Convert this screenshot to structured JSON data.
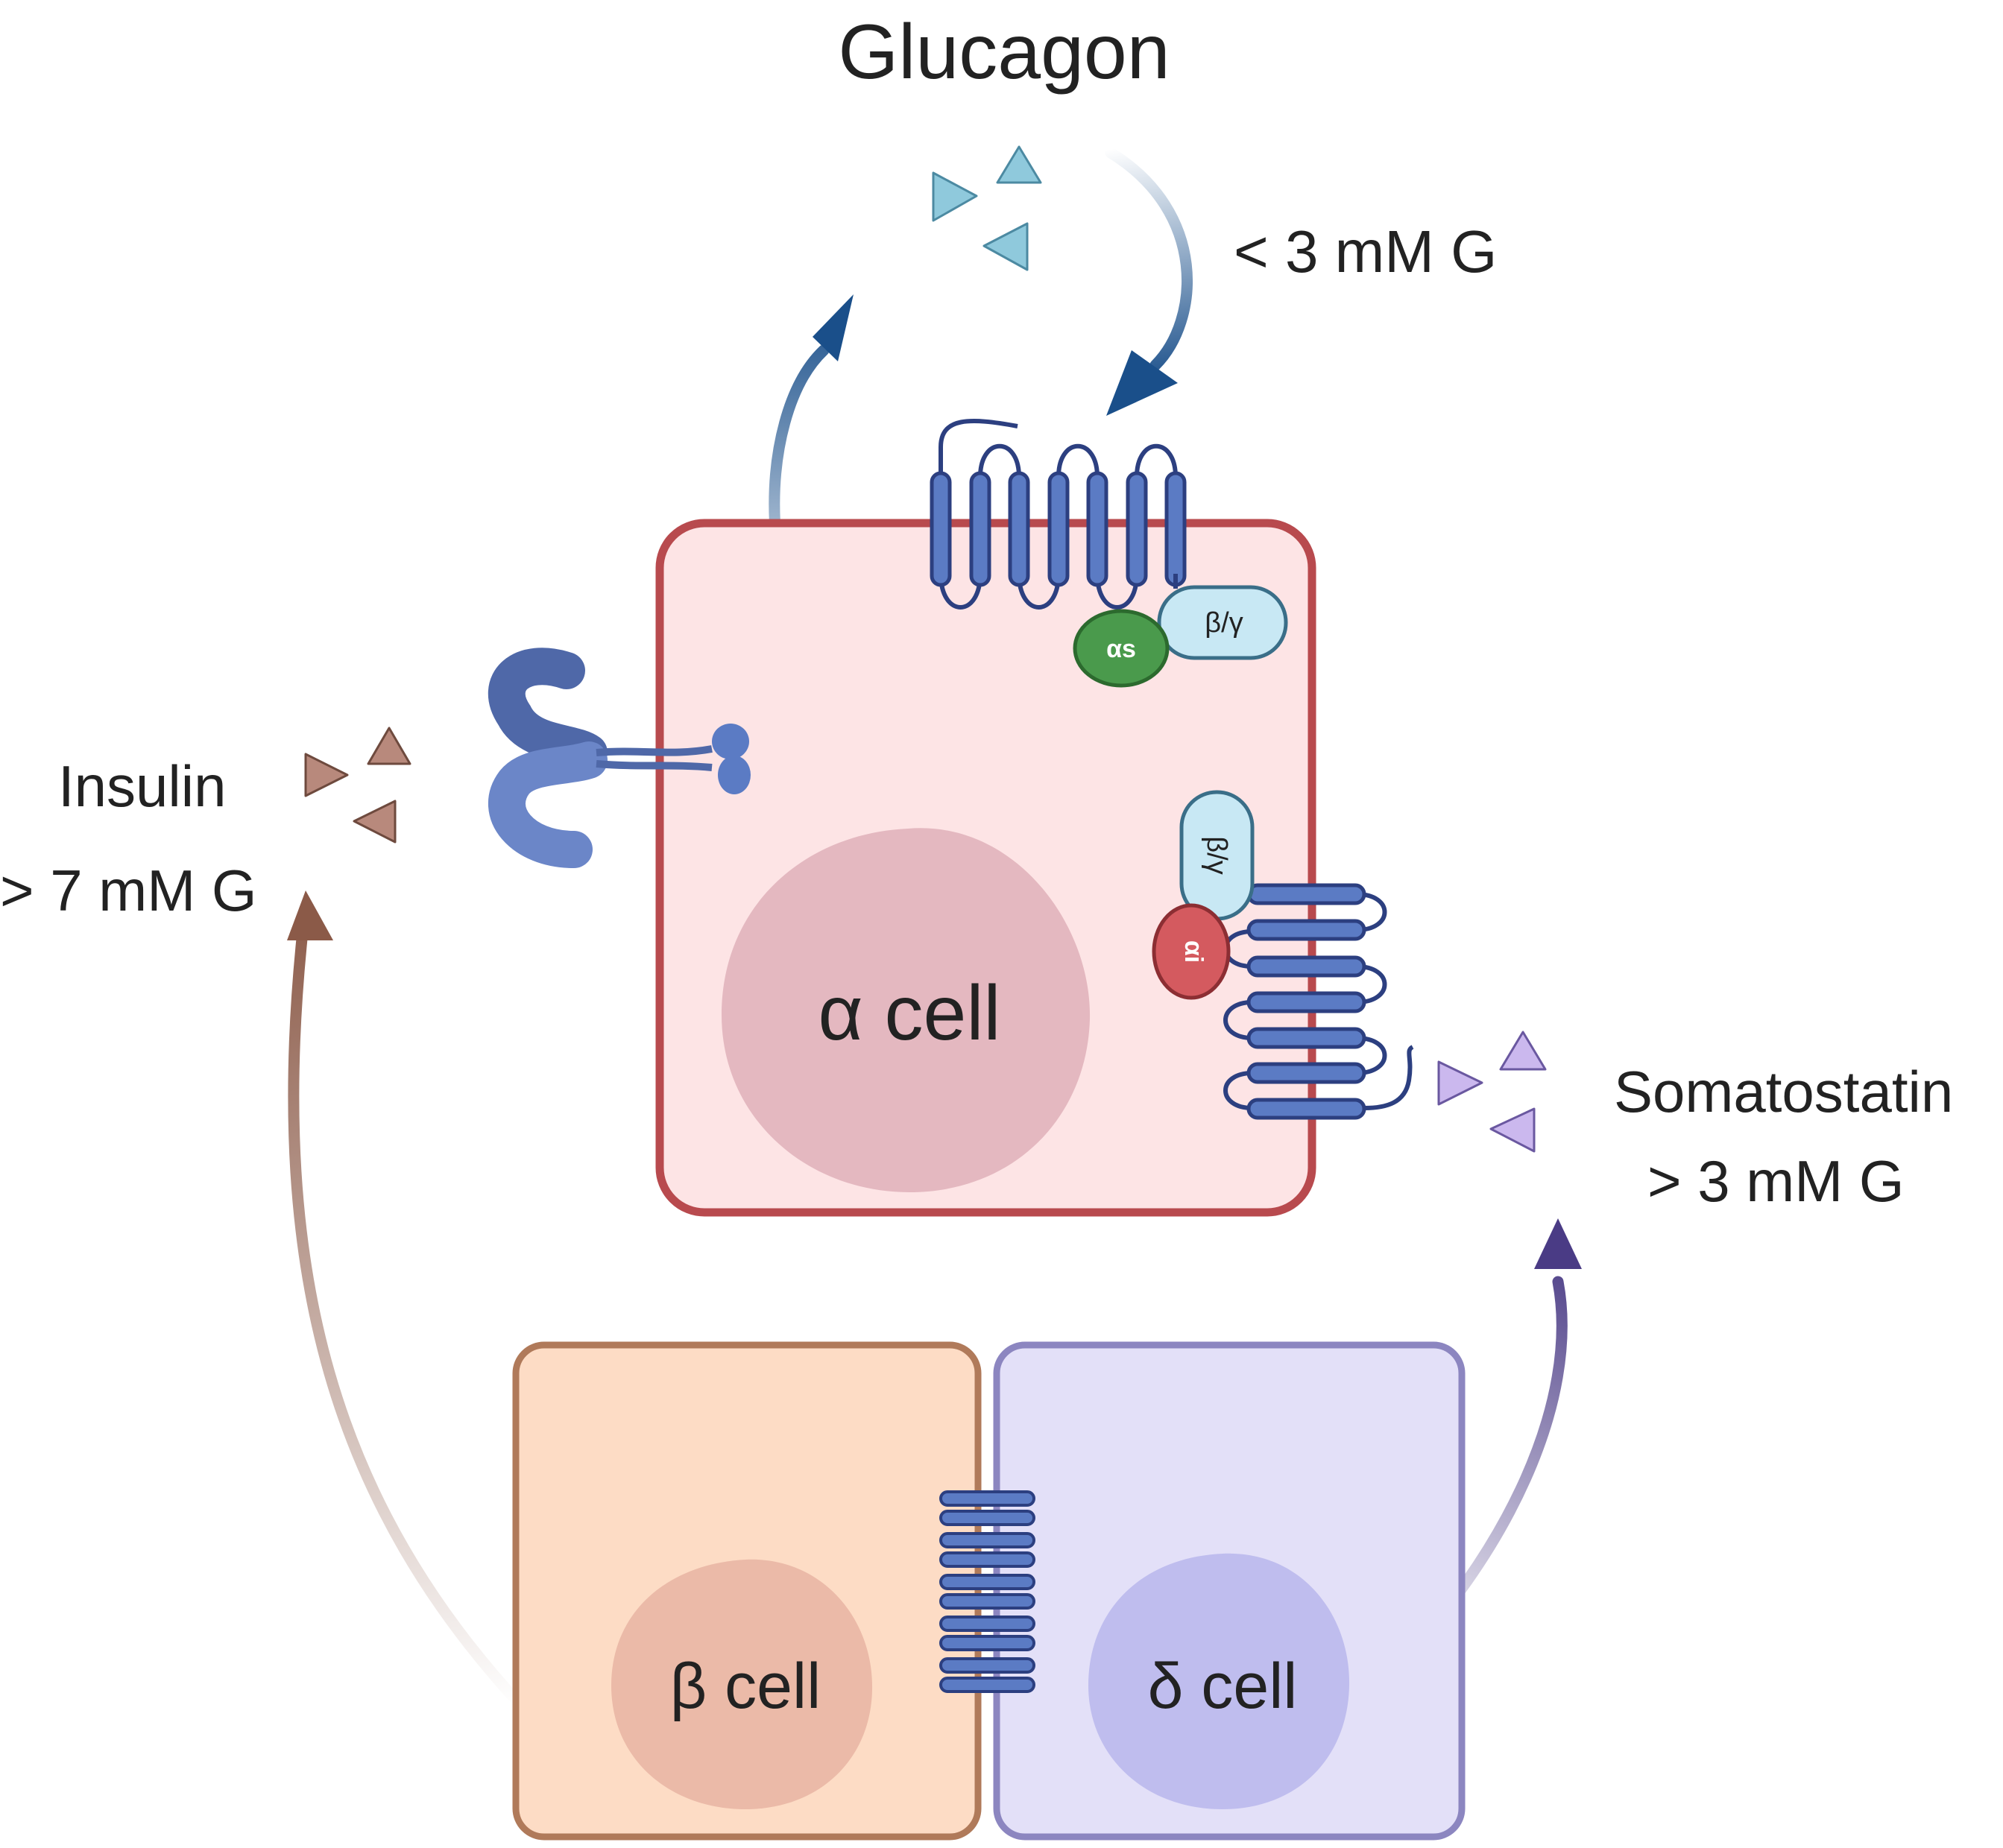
{
  "labels": {
    "glucagon": "Glucagon",
    "glucagon_threshold": "< 3 mM G",
    "insulin": "Insulin",
    "insulin_threshold": "> 7 mM G",
    "somatostatin": "Somatostatin",
    "somatostatin_threshold": "> 3 mM G"
  },
  "cells": {
    "alpha": "α cell",
    "beta": "β cell",
    "delta": "δ cell"
  },
  "g_proteins": {
    "stimulatory_alpha": "αs",
    "inhibitory_alpha": "αi",
    "beta_gamma_top": "β/γ",
    "beta_gamma_right": "β/γ"
  },
  "colors": {
    "alpha_cell_fill": "#fde4e5",
    "alpha_cell_border": "#b84a4e",
    "alpha_nucleus": "#e4b8c0",
    "beta_cell_fill": "#fddcc5",
    "beta_cell_border": "#b07a5a",
    "beta_nucleus": "#ebbaa8",
    "delta_cell_fill": "#e3e0f8",
    "delta_cell_border": "#8c86c0",
    "delta_nucleus": "#bfbdee",
    "receptor": "#5b7bc4",
    "receptor_dark": "#3c5599",
    "glucagon_triangle": "#8fc9dc",
    "insulin_triangle": "#b8897c",
    "somatostatin_triangle": "#cbb8ee",
    "glucagon_arrow": "#1a4f8a",
    "insulin_arrow": "#8b5a48",
    "somatostatin_arrow": "#4a3b85",
    "g_alpha_s": "#4a9a4c",
    "g_alpha_i": "#d45a5f",
    "g_beta_gamma": "#c8e8f4"
  }
}
